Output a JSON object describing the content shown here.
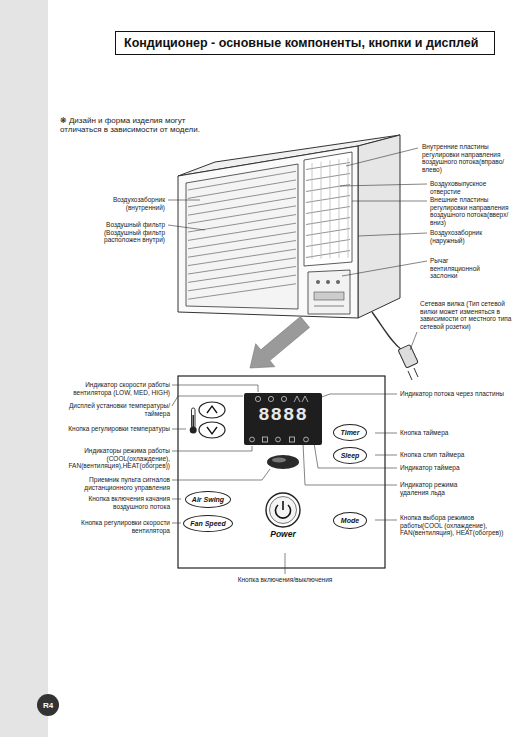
{
  "diagram": {
    "title": "Кондиционер - основные компоненты, кнопки и дисплей",
    "nodes": [
      {
        "text": [
          "8888"
        ]
      },
      {
        "text": [
          "Timer"
        ]
      },
      {
        "text": [
          "Sleep"
        ]
      },
      {
        "text": [
          "Air Swing"
        ]
      },
      {
        "text": [
          "Power"
        ]
      },
      {
        "text": [
          "Fan Speed"
        ]
      },
      {
        "text": [
          "Mode"
        ]
      },
      {
        "text": [
          "R4"
        ]
      }
    ],
    "labels": [
      "❋ Дизайн и форма изделия могут отличаться в зависимости от модели.",
      "Внутренние пластины регулировки направления воздушного потока(вправо/влево)",
      "Воздуховыпускное отверстие",
      "Внешние пластины регулировки направления воздушного потока(вверх/вниз)",
      "Воздухозаборник (наружный)",
      "Рычаг вентиляционной заслонки",
      "Сетевая вилка (Тип сетевой вилки может изменяться в зависимости от местного типа сетевой розетки)",
      "Воздухозаборник (внутренний)",
      "Воздушный фильтр (Воздушный фильтр расположен внутри)",
      "Индикатор скорости работы вентилятора (LOW, MED, HIGH)",
      "Дисплей установки температуры/таймера",
      "Кнопка регулировки температуры",
      "Индикаторы режима работы (COOL(охлаждение), FAN(вентиляция),HEAT(обогрев))",
      "Приемник пульта сигналов дистанционного управления",
      "Кнопка включения качания воздушного потока",
      "Кнопка регулировки скорости вентилятора",
      "Индикатор потока через пластины",
      "Кнопка таймера",
      "Кнопка слип таймера",
      "Индикатор таймера",
      "Индикатор режима удаления льда",
      "Кнопка выбора режимов работы(COOL (охлаждение), FAN(вентиляция), HEAT(обогрев))",
      "Кнопка включения/выключения"
    ]
  }
}
